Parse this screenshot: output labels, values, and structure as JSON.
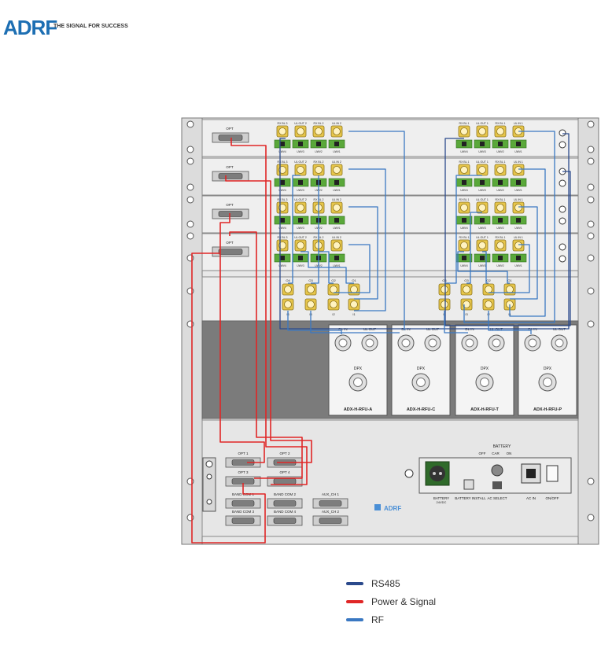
{
  "brand": {
    "logo_text": "ADRF",
    "tagline": "THE SIGNAL FOR SUCCESS"
  },
  "shelves": [
    {
      "opt_label": "OPT",
      "ports_top": [
        "RX BL 3",
        "UL OUT 2",
        "RX BL 2",
        "UL IN 2"
      ],
      "ports_top_right": [
        "RX BL 1",
        "UL OUT 1",
        "RX BL 1",
        "UL IN 1"
      ],
      "led_labels": [
        "UWV4",
        "UWV3",
        "UWV2",
        "UWV1"
      ]
    },
    {
      "opt_label": "OPT",
      "ports_top": [
        "RX BL 3",
        "UL OUT 2",
        "RX BL 2",
        "UL IN 2"
      ],
      "ports_top_right": [
        "RX BL 1",
        "UL OUT 1",
        "RX BL 1",
        "UL IN 1"
      ],
      "led_labels": [
        "UWV4",
        "UWV3",
        "UWV2",
        "UWV1"
      ]
    },
    {
      "opt_label": "OPT",
      "ports_top": [
        "RX BL 3",
        "UL OUT 2",
        "RX BL 2",
        "UL IN 2"
      ],
      "ports_top_right": [
        "RX BL 1",
        "UL OUT 1",
        "RX BL 1",
        "UL IN 1"
      ],
      "led_labels": [
        "UWV4",
        "UWV3",
        "UWV2",
        "UWV1"
      ]
    },
    {
      "opt_label": "OPT",
      "ports_top": [
        "RX BL 3",
        "UL OUT 2",
        "RX BL 2",
        "UL IN 2"
      ],
      "ports_top_right": [
        "RX BL 1",
        "UL OUT 1",
        "RX BL 1",
        "UL IN 1"
      ],
      "led_labels": [
        "UWV4",
        "UWV3",
        "UWV2",
        "UWV1"
      ]
    }
  ],
  "combiner": {
    "left_top": [
      "O4",
      "O3",
      "O2",
      "O1"
    ],
    "left_bottom": [
      "I4",
      "I3",
      "I2",
      "I1"
    ],
    "right_top": [
      "O4",
      "O3",
      "O2",
      "O1"
    ],
    "right_bottom": [
      "I4",
      "I3",
      "I2",
      "I1"
    ]
  },
  "rfu_modules": [
    {
      "dl_in": "DL IN",
      "ul_out": "UL OUT",
      "dpx": "DPX",
      "name": "ADX-H-RFU-A"
    },
    {
      "dl_in": "DL IN",
      "ul_out": "UL OUT",
      "dpx": "DPX",
      "name": "ADX-H-RFU-C"
    },
    {
      "dl_in": "DL IN",
      "ul_out": "UL OUT",
      "dpx": "DPX",
      "name": "ADX-H-RFU-T"
    },
    {
      "dl_in": "DL IN",
      "ul_out": "UL OUT",
      "dpx": "DPX",
      "name": "ADX-H-RFU-P"
    }
  ],
  "bottom_panel": {
    "opt_ports": [
      "OPT 1",
      "OPT 2",
      "OPT 3",
      "OPT 4"
    ],
    "band_ports": [
      "BAND COM 1",
      "BAND COM 2",
      "BAND COM 3",
      "BAND COM 4"
    ],
    "aux_ports": [
      "AUX_CH 1",
      "AUX_CH 2"
    ],
    "battery_header": "BATTERY",
    "battery_modes": [
      "OFF",
      "CAR",
      "ON"
    ],
    "labels": [
      "BATTERY",
      "BATTERY INSTALL",
      "AC SELECT",
      "AC IN",
      "ON/OFF"
    ],
    "battery_sub": "24VDC",
    "brand_small": "ADRF"
  },
  "legend": [
    {
      "label": "RS485",
      "color": "#2b4a8c"
    },
    {
      "label": "Power & Signal",
      "color": "#e02626"
    },
    {
      "label": "RF",
      "color": "#3a78c2"
    }
  ]
}
